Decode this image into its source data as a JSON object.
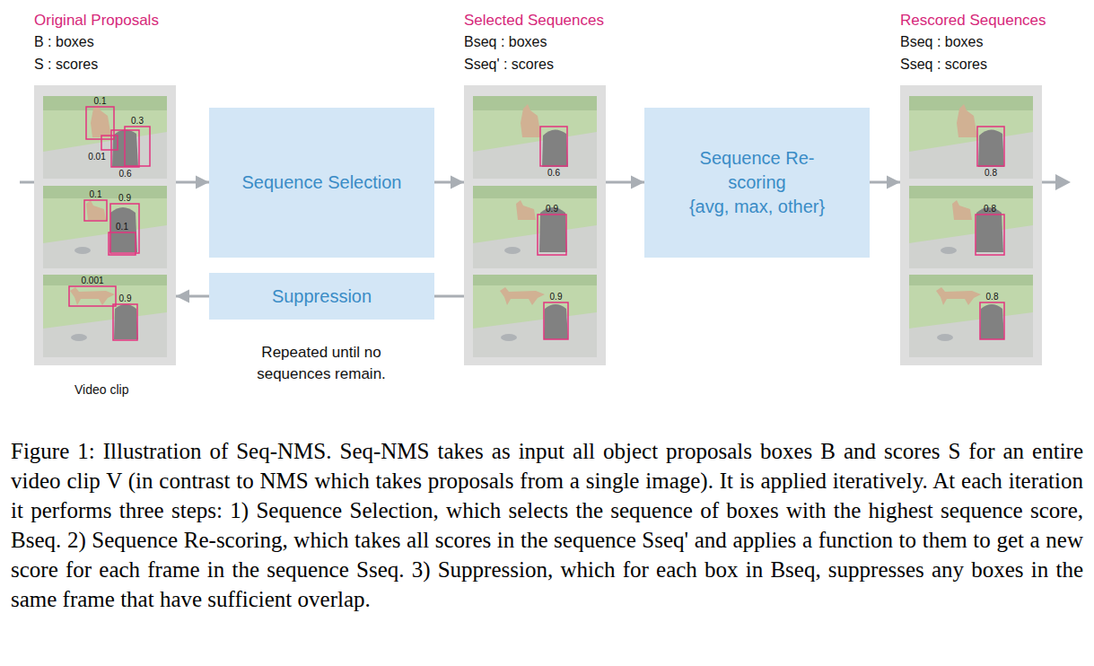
{
  "diagram": {
    "caption": "Figure 1: Illustration of Seq-NMS. Seq-NMS takes as input all object proposals boxes B and scores S for an entire video clip V (in contrast to NMS which takes proposals from a single image). It is applied iteratively. At each iteration it performs three steps: 1) Sequence Selection, which selects the sequence of boxes with the highest sequence score, Bseq. 2) Sequence Re-scoring, which takes all scores in the sequence Sseq' and applies a function to them to get a new score for each frame in the sequence Sseq. 3) Suppression, which for each box in Bseq, suppresses any boxes in the same frame that have sufficient overlap.",
    "nodes": [
      {
        "text": [
          "Original Proposals",
          "B : boxes",
          "S : scores",
          "Video clip"
        ]
      },
      {
        "text": [
          "Sequence Selection"
        ]
      },
      {
        "text": [
          "Selected Sequences",
          "Bseq : boxes",
          "Sseq' : scores"
        ]
      },
      {
        "text": [
          "Sequence Re-scoring",
          "{avg, max, other}"
        ]
      },
      {
        "text": [
          "Rescored Sequences",
          "Bseq : boxes",
          "Sseq : scores"
        ]
      },
      {
        "text": [
          "Suppression"
        ]
      }
    ],
    "edges": [
      {
        "from": 0,
        "to": 1,
        "arrow": "to"
      },
      {
        "from": 1,
        "to": 2,
        "arrow": "to"
      },
      {
        "from": 2,
        "to": 3,
        "arrow": "to"
      },
      {
        "from": 3,
        "to": 4,
        "arrow": "to"
      },
      {
        "from": 2,
        "to": 5,
        "arrow": "none"
      },
      {
        "from": 5,
        "to": 0,
        "arrow": "to"
      }
    ],
    "labels": [
      "Repeated until no sequences remain.",
      "0.1",
      "0.3",
      "0.01",
      "0.6",
      "0.1",
      "0.9",
      "0.1",
      "0.001",
      "0.9",
      "0.6",
      "0.9",
      "0.9",
      "0.8",
      "0.8",
      "0.8"
    ]
  }
}
